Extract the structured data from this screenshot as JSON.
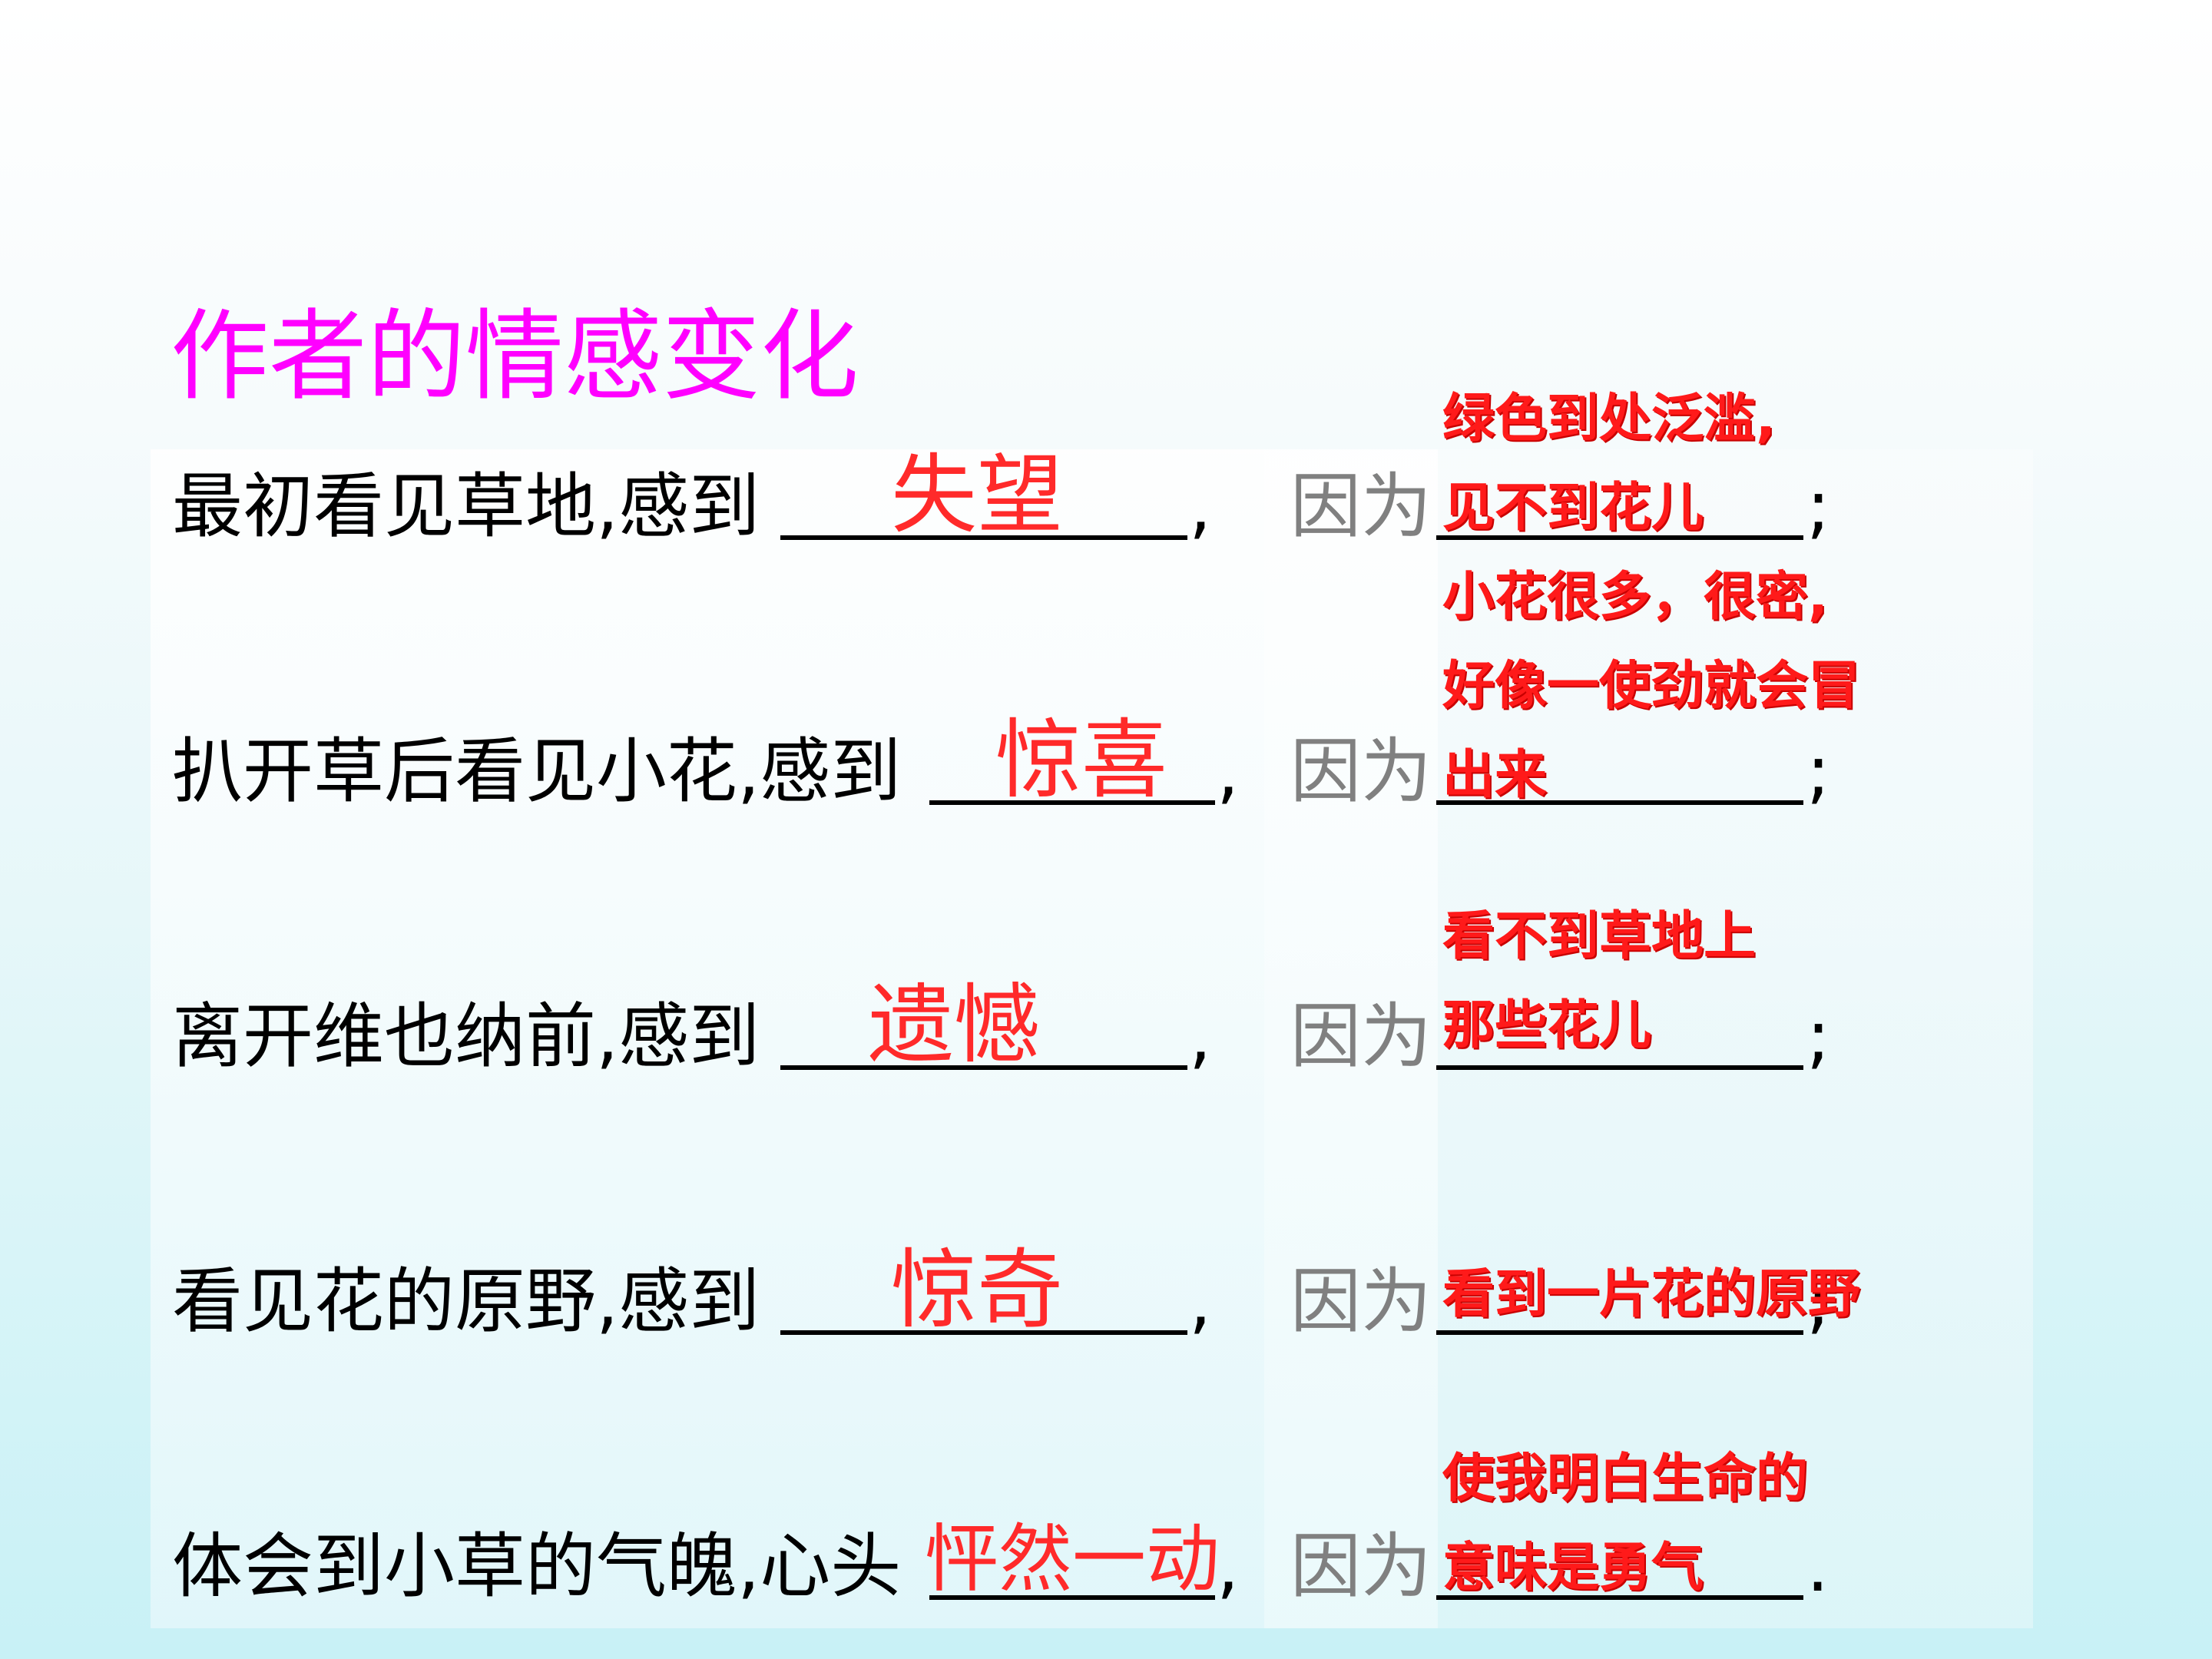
{
  "title": "作者的情感变化",
  "because_label": "因为",
  "rows": [
    {
      "label": "最初看见草地,感到",
      "feeling": "失望",
      "reason": [
        "绿色到处泛滥,",
        "见不到花儿"
      ],
      "end": ";"
    },
    {
      "label": "扒开草后看见小花,感到",
      "feeling": "惊喜",
      "reason": [
        "小花很多，很密,",
        "好像一使劲就会冒",
        "出来"
      ],
      "end": ";"
    },
    {
      "label": "离开维也纳前,感到",
      "feeling": "遗憾",
      "reason": [
        "看不到草地上",
        "那些花儿"
      ],
      "end": ";"
    },
    {
      "label": "看见花的原野,感到",
      "feeling": "惊奇",
      "reason": [
        "看到一片花的原野"
      ],
      "end": ";"
    },
    {
      "label": "体会到小草的气魄,心头",
      "feeling": "怦然一动",
      "reason": [
        "使我明白生命的",
        "意味是勇气"
      ],
      "end": "."
    }
  ],
  "colors": {
    "title": "#ff00ff",
    "answer": "#ff0000",
    "because": "#808080"
  }
}
